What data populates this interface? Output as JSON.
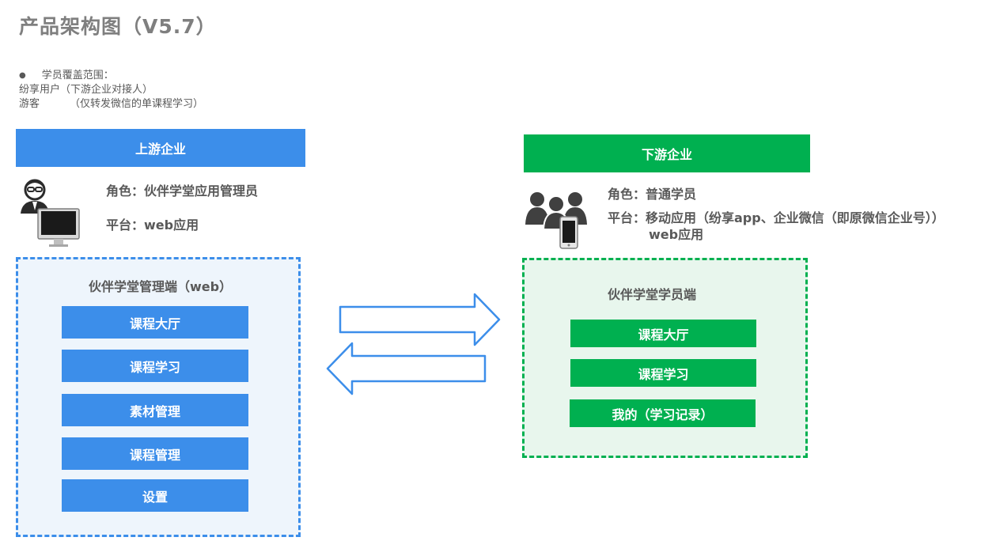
{
  "title": "产品架构图（V5.7）",
  "notes": {
    "bullet": "●",
    "heading": "学员覆盖范围：",
    "line1": "纷享用户（下游企业对接人）",
    "line2_a": "游客",
    "line2_b": "（仅转发微信的单课程学习）"
  },
  "upstream": {
    "header": "上游企业",
    "role": "角色：伙伴学堂应用管理员",
    "platform": "平台：web应用",
    "panel_title": "伙伴学堂管理端（web）",
    "buttons": [
      "课程大厅",
      "课程学习",
      "素材管理",
      "课程管理",
      "设置"
    ]
  },
  "downstream": {
    "header": "下游企业",
    "role": "角色：普通学员",
    "platform_line1": "平台：移动应用（纷享app、企业微信（即原微信企业号））",
    "platform_line2": "web应用",
    "panel_title": "伙伴学堂学员端",
    "buttons": [
      "课程大厅",
      "课程学习",
      "我的（学习记录）"
    ]
  },
  "colors": {
    "blue": "#3c8eea",
    "green": "#00b050",
    "text": "#595959",
    "title": "#7f7f7f"
  },
  "icons": {
    "upstream": [
      "admin-person-icon",
      "desktop-monitor-icon"
    ],
    "downstream": [
      "user-group-icon",
      "smartphone-icon"
    ],
    "arrows": [
      "arrow-right-icon",
      "arrow-left-icon"
    ]
  }
}
